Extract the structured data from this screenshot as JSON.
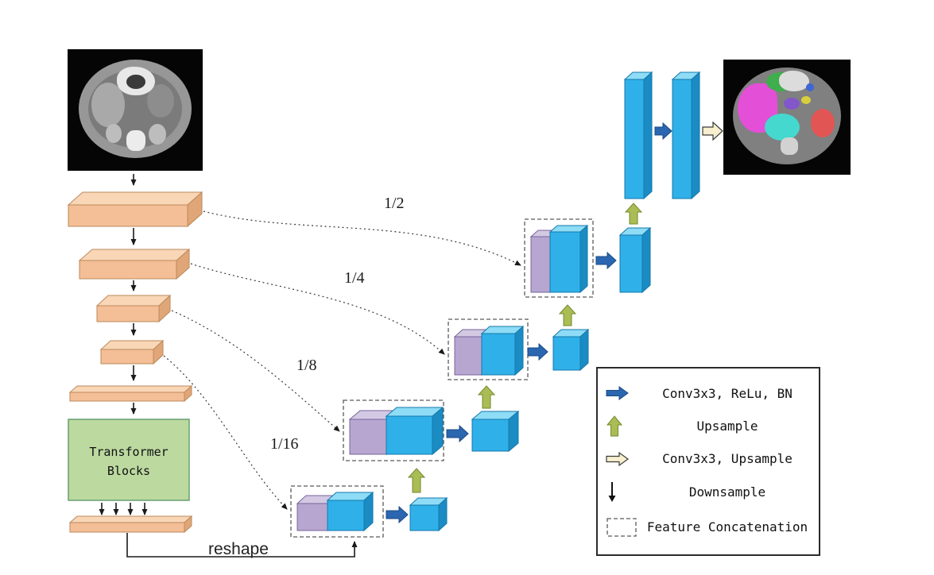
{
  "encoder": {
    "transformer": {
      "line1": "Transformer",
      "line2": "Blocks"
    },
    "reshape_label": "reshape"
  },
  "skip_labels": {
    "half": "1/2",
    "quarter": "1/4",
    "eighth": "1/8",
    "sixteenth": "1/16"
  },
  "legend": {
    "items": [
      {
        "icon": "conv-arrow-icon",
        "label": "Conv3x3, ReLu, BN"
      },
      {
        "icon": "upsample-arrow-icon",
        "label": "Upsample"
      },
      {
        "icon": "conv-upsample-arrow-icon",
        "label": "Conv3x3, Upsample"
      },
      {
        "icon": "downsample-arrow-icon",
        "label": "Downsample"
      },
      {
        "icon": "feature-concat-icon",
        "label": "Feature Concatenation"
      }
    ]
  },
  "colors": {
    "encoder_slab": "#f4bf96",
    "transformer_box": "#bcd9a0",
    "decoder_cube_blue": "#2fb0e8",
    "concat_cube_purple": "#b7a6d0",
    "conv_arrow_blue": "#2b66b0",
    "upsample_arrow_green": "#a9bd54",
    "conv_upsample_arrow_cream": "#f7efcd"
  }
}
